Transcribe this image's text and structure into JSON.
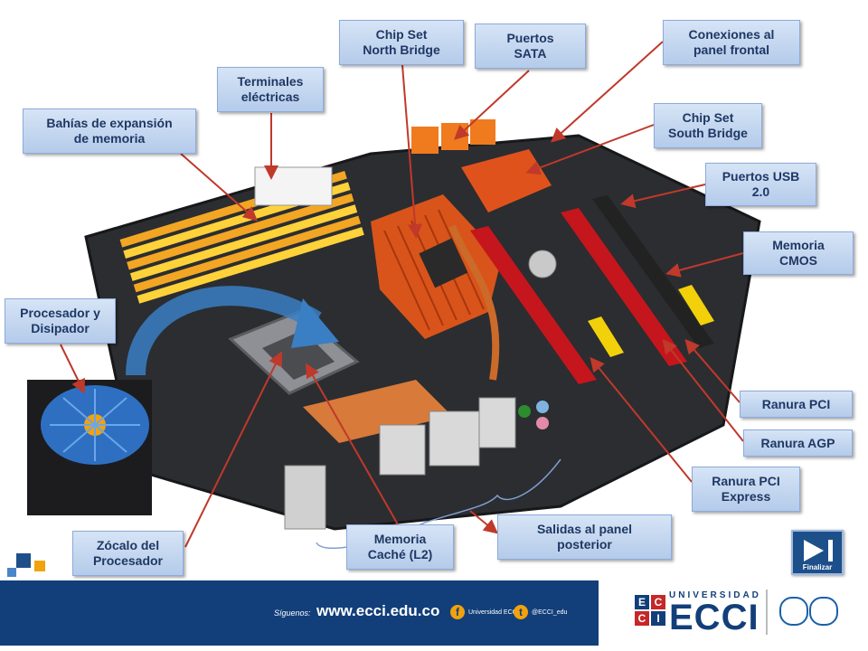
{
  "labels": {
    "chipset_north": "Chip Set\nNorth Bridge",
    "sata": "Puertos\nSATA",
    "front_panel": "Conexiones al\npanel frontal",
    "terminals": "Terminales\neléctricas",
    "memory_banks": "Bahías de expansión\nde memoria",
    "chipset_south": "Chip Set\nSouth Bridge",
    "usb": "Puertos USB\n2.0",
    "cmos": "Memoria\nCMOS",
    "cpu_cooler": "Procesador y\nDisipador",
    "pci": "Ranura PCI",
    "agp": "Ranura AGP",
    "pcie": "Ranura PCI\nExpress",
    "rear_panel": "Salidas al panel\nposterior",
    "cache": "Memoria\nCaché (L2)",
    "socket": "Zócalo del\nProcesador"
  },
  "finish_button": "Finalizar",
  "footer": {
    "follow": "Síguenos:",
    "url": "www.ecci.edu.co",
    "facebook": "Universidad ECCI",
    "twitter": "@ECCI_edu",
    "university_small": "UNIVERSIDAD",
    "university_big": "ECCI",
    "logo_letters": [
      "E",
      "C",
      "C",
      "I"
    ]
  },
  "colors": {
    "label_text": "#1f3864",
    "arrow": "#c0392b",
    "footer_band": "#123f7a",
    "accent_orange": "#f2a20c"
  }
}
